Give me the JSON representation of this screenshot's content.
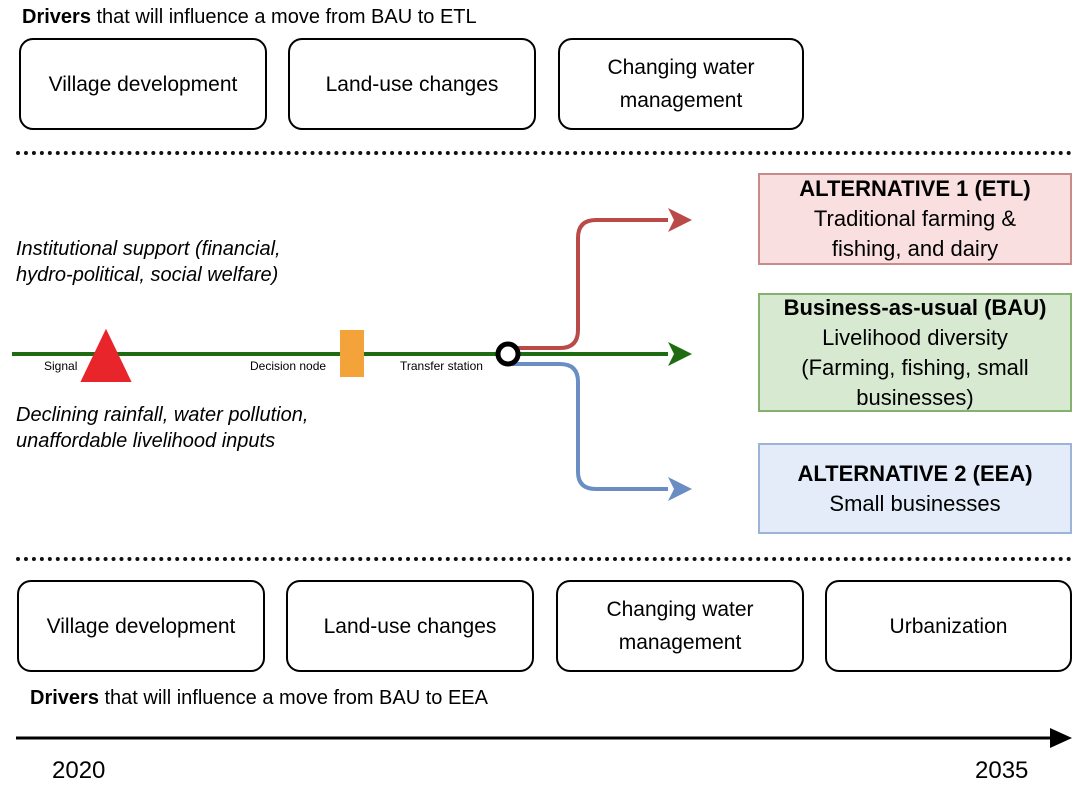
{
  "top_drivers": {
    "heading_bold": "Drivers",
    "heading_rest": " that will influence a move from BAU to ETL",
    "boxes": [
      "Village development",
      "Land-use changes",
      "Changing water management"
    ]
  },
  "bottom_drivers": {
    "heading_bold": "Drivers",
    "heading_rest": " that will influence a move from BAU to EEA",
    "boxes": [
      "Village development",
      "Land-use changes",
      "Changing water management",
      "Urbanization"
    ]
  },
  "influences": {
    "upper": "Institutional support (financial, hydro-political, social welfare)",
    "lower": "Declining rainfall, water pollution, unaffordable livelihood inputs"
  },
  "pathway": {
    "signal": "Signal",
    "decision_node": "Decision node",
    "transfer_station": "Transfer station"
  },
  "outcomes": {
    "alt1": {
      "title": "ALTERNATIVE 1 (ETL)",
      "body": "Traditional farming & fishing, and dairy"
    },
    "bau": {
      "title": "Business-as-usual (BAU)",
      "body": "Livelihood diversity (Farming, fishing, small businesses)"
    },
    "alt2": {
      "title": "ALTERNATIVE 2 (EEA)",
      "body": "Small businesses"
    }
  },
  "timeline": {
    "start": "2020",
    "end": "2035"
  },
  "colors": {
    "green": "#1e6b12",
    "red": "#b94a48",
    "blue": "#6a8ec4",
    "signal": "#e8252b",
    "decision": "#f4a23a",
    "alt1_fill": "#f9dfdf",
    "alt1_border": "#c98a8a",
    "bau_fill": "#d7ead1",
    "bau_border": "#84b16e",
    "alt2_fill": "#e3ecf8",
    "alt2_border": "#9cb4d8"
  }
}
